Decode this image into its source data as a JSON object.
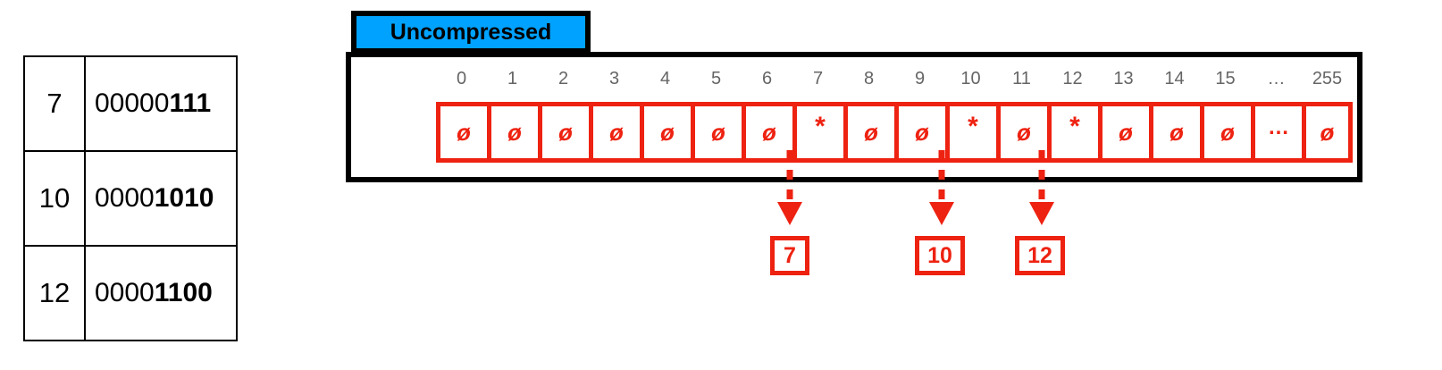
{
  "colors": {
    "accent_red": "#ee2211",
    "badge_blue": "#00a2ff",
    "border_black": "#000000",
    "index_gray": "#656565"
  },
  "lookup_table": {
    "rows": [
      {
        "decimal": "7",
        "binary_prefix": "00000",
        "binary_suffix": "111"
      },
      {
        "decimal": "10",
        "binary_prefix": "0000",
        "binary_suffix": "1010"
      },
      {
        "decimal": "12",
        "binary_prefix": "0000",
        "binary_suffix": "1100"
      }
    ]
  },
  "array_panel": {
    "badge_label": "Uncompressed",
    "index_labels": [
      "0",
      "1",
      "2",
      "3",
      "4",
      "5",
      "6",
      "7",
      "8",
      "9",
      "10",
      "11",
      "12",
      "13",
      "14",
      "15",
      "…",
      "255"
    ],
    "cells": [
      {
        "index": "0",
        "symbol": "ø",
        "kind": "empty"
      },
      {
        "index": "1",
        "symbol": "ø",
        "kind": "empty"
      },
      {
        "index": "2",
        "symbol": "ø",
        "kind": "empty"
      },
      {
        "index": "3",
        "symbol": "ø",
        "kind": "empty"
      },
      {
        "index": "4",
        "symbol": "ø",
        "kind": "empty"
      },
      {
        "index": "5",
        "symbol": "ø",
        "kind": "empty"
      },
      {
        "index": "6",
        "symbol": "ø",
        "kind": "empty"
      },
      {
        "index": "7",
        "symbol": "*",
        "kind": "star"
      },
      {
        "index": "8",
        "symbol": "ø",
        "kind": "empty"
      },
      {
        "index": "9",
        "symbol": "ø",
        "kind": "empty"
      },
      {
        "index": "10",
        "symbol": "*",
        "kind": "star"
      },
      {
        "index": "11",
        "symbol": "ø",
        "kind": "empty"
      },
      {
        "index": "12",
        "symbol": "*",
        "kind": "star"
      },
      {
        "index": "13",
        "symbol": "ø",
        "kind": "empty"
      },
      {
        "index": "14",
        "symbol": "ø",
        "kind": "empty"
      },
      {
        "index": "15",
        "symbol": "ø",
        "kind": "empty"
      },
      {
        "index": "…",
        "symbol": "…",
        "kind": "ellipsis"
      },
      {
        "index": "255",
        "symbol": "ø",
        "kind": "empty"
      }
    ]
  },
  "pointers": [
    {
      "value": "7",
      "source_index": "7"
    },
    {
      "value": "10",
      "source_index": "10"
    },
    {
      "value": "12",
      "source_index": "12"
    }
  ]
}
